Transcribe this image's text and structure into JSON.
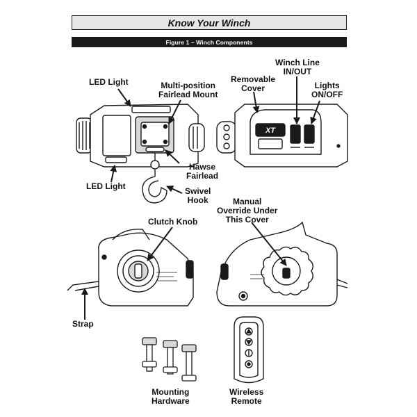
{
  "header": {
    "title": "Know Your Winch"
  },
  "figure": {
    "caption": "Figure 1 – Winch Components"
  },
  "labels": {
    "led_light_top": "LED Light",
    "fairlead_mount_1": "Multi-position",
    "fairlead_mount_2": "Fairlead Mount",
    "removable_cover_1": "Removable",
    "removable_cover_2": "Cover",
    "winch_line_1": "Winch Line",
    "winch_line_2": "IN/OUT",
    "lights_1": "Lights",
    "lights_2": "ON/OFF",
    "hawse_1": "Hawse",
    "hawse_2": "Fairlead",
    "led_light_bottom": "LED Light",
    "swivel_1": "Swivel",
    "swivel_2": "Hook",
    "clutch_knob": "Clutch Knob",
    "override_1": "Manual",
    "override_2": "Override Under",
    "override_3": "This Cover",
    "strap": "Strap",
    "mounting_1": "Mounting",
    "mounting_2": "Hardware",
    "remote_1": "Wireless",
    "remote_2": "Remote"
  },
  "colors": {
    "line": "#1a1a1a",
    "fill": "#ffffff",
    "shade": "#d8d8d8",
    "bar": "#1a1a1a"
  },
  "icons": [
    "winch-front-drawing",
    "winch-rear-drawing",
    "winch-left-drawing",
    "winch-right-drawing",
    "bolt-icon",
    "remote-control-icon",
    "arrow-icon"
  ]
}
